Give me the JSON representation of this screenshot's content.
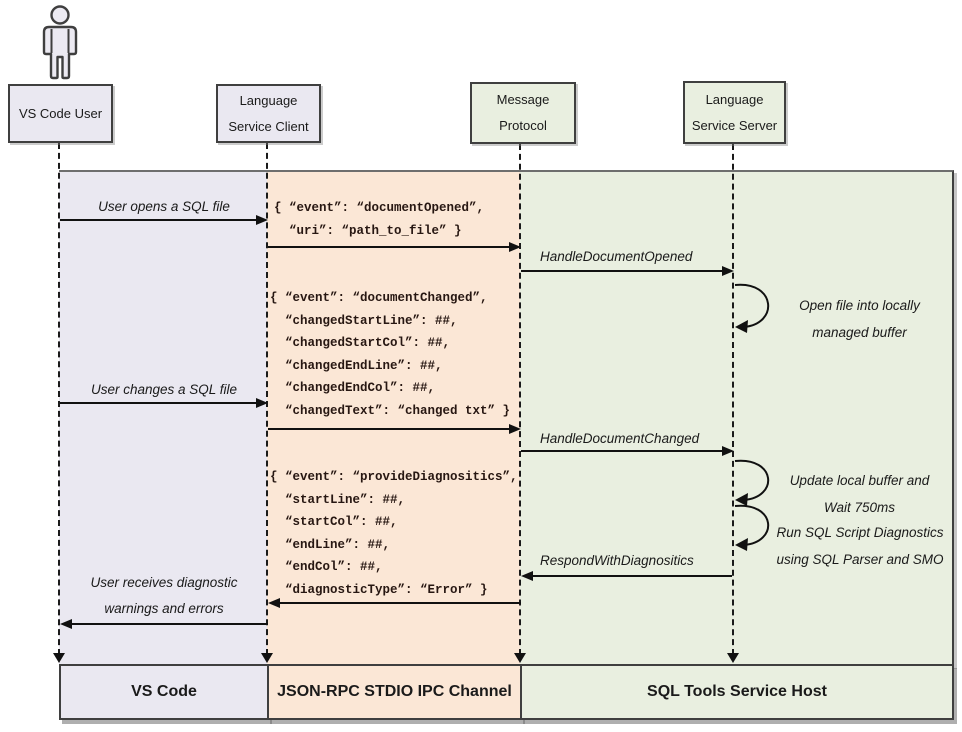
{
  "colors": {
    "lane_user": "#eae8f1",
    "lane_channel": "#fbe7d6",
    "lane_host": "#e9efe0",
    "box_border": "#3f3f3f",
    "line": "#111111",
    "code_text": "#271712"
  },
  "actors": {
    "user": "VS Code User",
    "client": "Language\nService Client",
    "protocol": "Message\nProtocol",
    "server": "Language\nService Server"
  },
  "messages": {
    "user_opens": "User opens a SQL file",
    "user_changes": "User changes a SQL file",
    "handle_opened": "HandleDocumentOpened",
    "handle_changed": "HandleDocumentChanged",
    "respond": "RespondWithDiagnositics",
    "user_receives": "User receives diagnostic\nwarnings and errors"
  },
  "notes": {
    "open_buffer": "Open file into locally\nmanaged buffer",
    "update_buffer": "Update local buffer and\nWait 750ms",
    "run_diagnostics": "Run SQL Script Diagnostics\nusing SQL Parser and SMO"
  },
  "payloads": {
    "opened": "{ “event”: “documentOpened”,\n  “uri”: “path_to_file” }",
    "changed": "{ “event”: “documentChanged”,\n  “changedStartLine”: ##,\n  “changedStartCol”: ##,\n  “changedEndLine”: ##,\n  “changedEndCol”: ##,\n  “changedText”: “changed txt” }",
    "diagnostics": "{ “event”: “provideDiagnositics”,\n  “startLine”: ##,\n  “startCol”: ##,\n  “endLine”: ##,\n  “endCol”: ##,\n  “diagnosticType”: “Error” }"
  },
  "footers": {
    "vscode": "VS Code",
    "channel": "JSON-RPC STDIO IPC Channel",
    "host": "SQL Tools Service Host"
  }
}
